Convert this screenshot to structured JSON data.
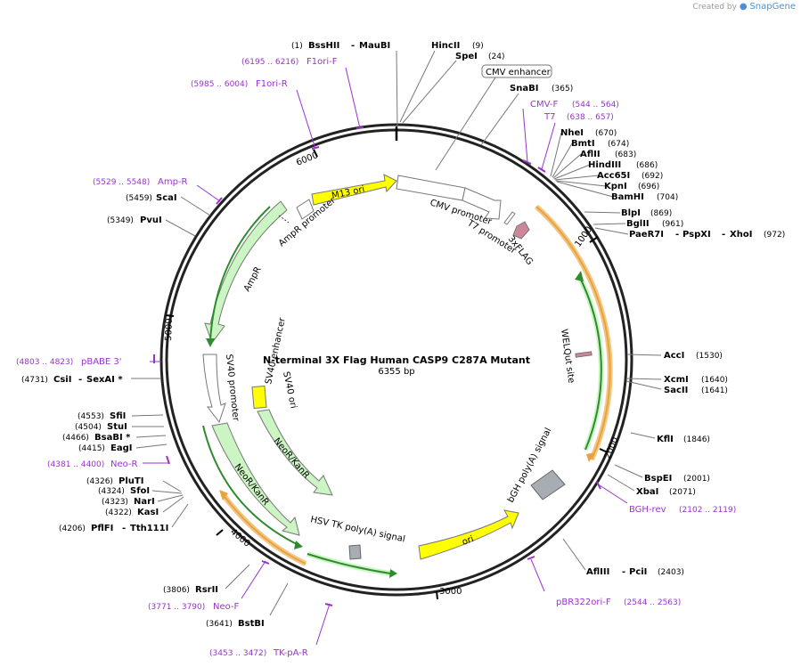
{
  "credit": {
    "prefix": "Created by",
    "brand": "SnapGene"
  },
  "plasmid": {
    "name": "N-terminal 3X Flag Human CASP9 C287A Mutant",
    "size": "6355 bp"
  },
  "ticks": [
    "1000",
    "2000",
    "3000",
    "4000",
    "5000",
    "6000"
  ],
  "enzymes": {
    "e1": {
      "pos": "(1)",
      "name": "BssHII",
      "name2": "MauBI"
    },
    "e2": {
      "name": "HincII",
      "pos": "(9)"
    },
    "e3": {
      "name": "SpeI",
      "pos": "(24)"
    },
    "e4": {
      "name": "SnaBI",
      "pos": "(365)"
    },
    "e5": {
      "name": "NheI",
      "pos": "(670)"
    },
    "e6": {
      "name": "BmtI",
      "pos": "(674)"
    },
    "e7": {
      "name": "AflII",
      "pos": "(683)"
    },
    "e8": {
      "name": "HindIII",
      "pos": "(686)"
    },
    "e9": {
      "name": "Acc65I",
      "pos": "(692)"
    },
    "e10": {
      "name": "KpnI",
      "pos": "(696)"
    },
    "e11": {
      "name": "BamHI",
      "pos": "(704)"
    },
    "e12": {
      "name": "BlpI",
      "pos": "(869)"
    },
    "e13": {
      "name": "BglII",
      "pos": "(961)"
    },
    "e14": {
      "name": "PaeR7I",
      "name2": "PspXI",
      "name3": "XhoI",
      "pos": "(972)"
    },
    "e15": {
      "name": "AccI",
      "pos": "(1530)"
    },
    "e16": {
      "name": "XcmI",
      "pos": "(1640)"
    },
    "e17": {
      "name": "SacII",
      "pos": "(1641)"
    },
    "e18": {
      "name": "KflI",
      "pos": "(1846)"
    },
    "e19": {
      "name": "BspEI",
      "pos": "(2001)"
    },
    "e20": {
      "name": "XbaI",
      "pos": "(2071)"
    },
    "e21": {
      "name": "AflIII",
      "name2": "PciI",
      "pos": "(2403)"
    },
    "e22": {
      "pos": "(5459)",
      "name": "ScaI"
    },
    "e23": {
      "pos": "(5349)",
      "name": "PvuI"
    },
    "e24": {
      "pos": "(4731)",
      "name": "CsiI",
      "name2": "SexAI *"
    },
    "e25": {
      "pos": "(4553)",
      "name": "SfiI"
    },
    "e26": {
      "pos": "(4504)",
      "name": "StuI"
    },
    "e27": {
      "pos": "(4466)",
      "name": "BsaBI *"
    },
    "e28": {
      "pos": "(4415)",
      "name": "EagI"
    },
    "e29": {
      "pos": "(4326)",
      "name": "PluTI"
    },
    "e30": {
      "pos": "(4324)",
      "name": "SfoI"
    },
    "e31": {
      "pos": "(4323)",
      "name": "NarI"
    },
    "e32": {
      "pos": "(4322)",
      "name": "KasI"
    },
    "e33": {
      "pos": "(4206)",
      "name": "PflFI",
      "name2": "Tth111I"
    },
    "e34": {
      "pos": "(3806)",
      "name": "RsrII"
    },
    "e35": {
      "pos": "(3641)",
      "name": "BstBI"
    }
  },
  "primers": {
    "p1": {
      "range": "(6195 .. 6216)",
      "name": "F1ori-F"
    },
    "p2": {
      "range": "(5985 .. 6004)",
      "name": "F1ori-R"
    },
    "p3": {
      "name": "CMV-F",
      "range": "(544 .. 564)"
    },
    "p4": {
      "name": "T7",
      "range": "(638 .. 657)"
    },
    "p5": {
      "range": "(5529 .. 5548)",
      "name": "Amp-R"
    },
    "p6": {
      "range": "(4803 .. 4823)",
      "name": "pBABE 3'"
    },
    "p7": {
      "range": "(4381 .. 4400)",
      "name": "Neo-R"
    },
    "p8": {
      "range": "(3771 .. 3790)",
      "name": "Neo-F"
    },
    "p9": {
      "range": "(3453 .. 3472)",
      "name": "TK-pA-R"
    },
    "p10": {
      "name": "BGH-rev",
      "range": "(2102 .. 2119)"
    },
    "p11": {
      "name": "pBR322ori-F",
      "range": "(2544 .. 2563)"
    }
  },
  "features": {
    "cmv_enhancer": "CMV enhancer",
    "cmv_promoter": "CMV promoter",
    "t7_promoter": "T7 promoter",
    "flag": "3xFLAG",
    "welqut": "WELQut site",
    "bgh": "bGH poly(A) signal",
    "ori": "ori",
    "hsv": "HSV TK poly(A) signal",
    "neokan_inner": "NeoR/KanR",
    "neokan_outer": "NeoR/KanR",
    "sv40_promoter": "SV40 promoter",
    "sv40_enhancer": "SV40 enhancer",
    "sv40_ori": "SV40 ori",
    "ampr": "AmpR",
    "ampr_promoter": "AmpR promoter",
    "m13": "M13 ori"
  },
  "colors": {
    "backbone": "#222222",
    "primer": "#9933cc",
    "green_feature": "#ccf5c4",
    "green_line": "#2e8b2e",
    "orange_line": "#e8a33c",
    "yellow": "#ffff00",
    "grey_feature": "#a8adb3",
    "flag": "#cc8899"
  }
}
